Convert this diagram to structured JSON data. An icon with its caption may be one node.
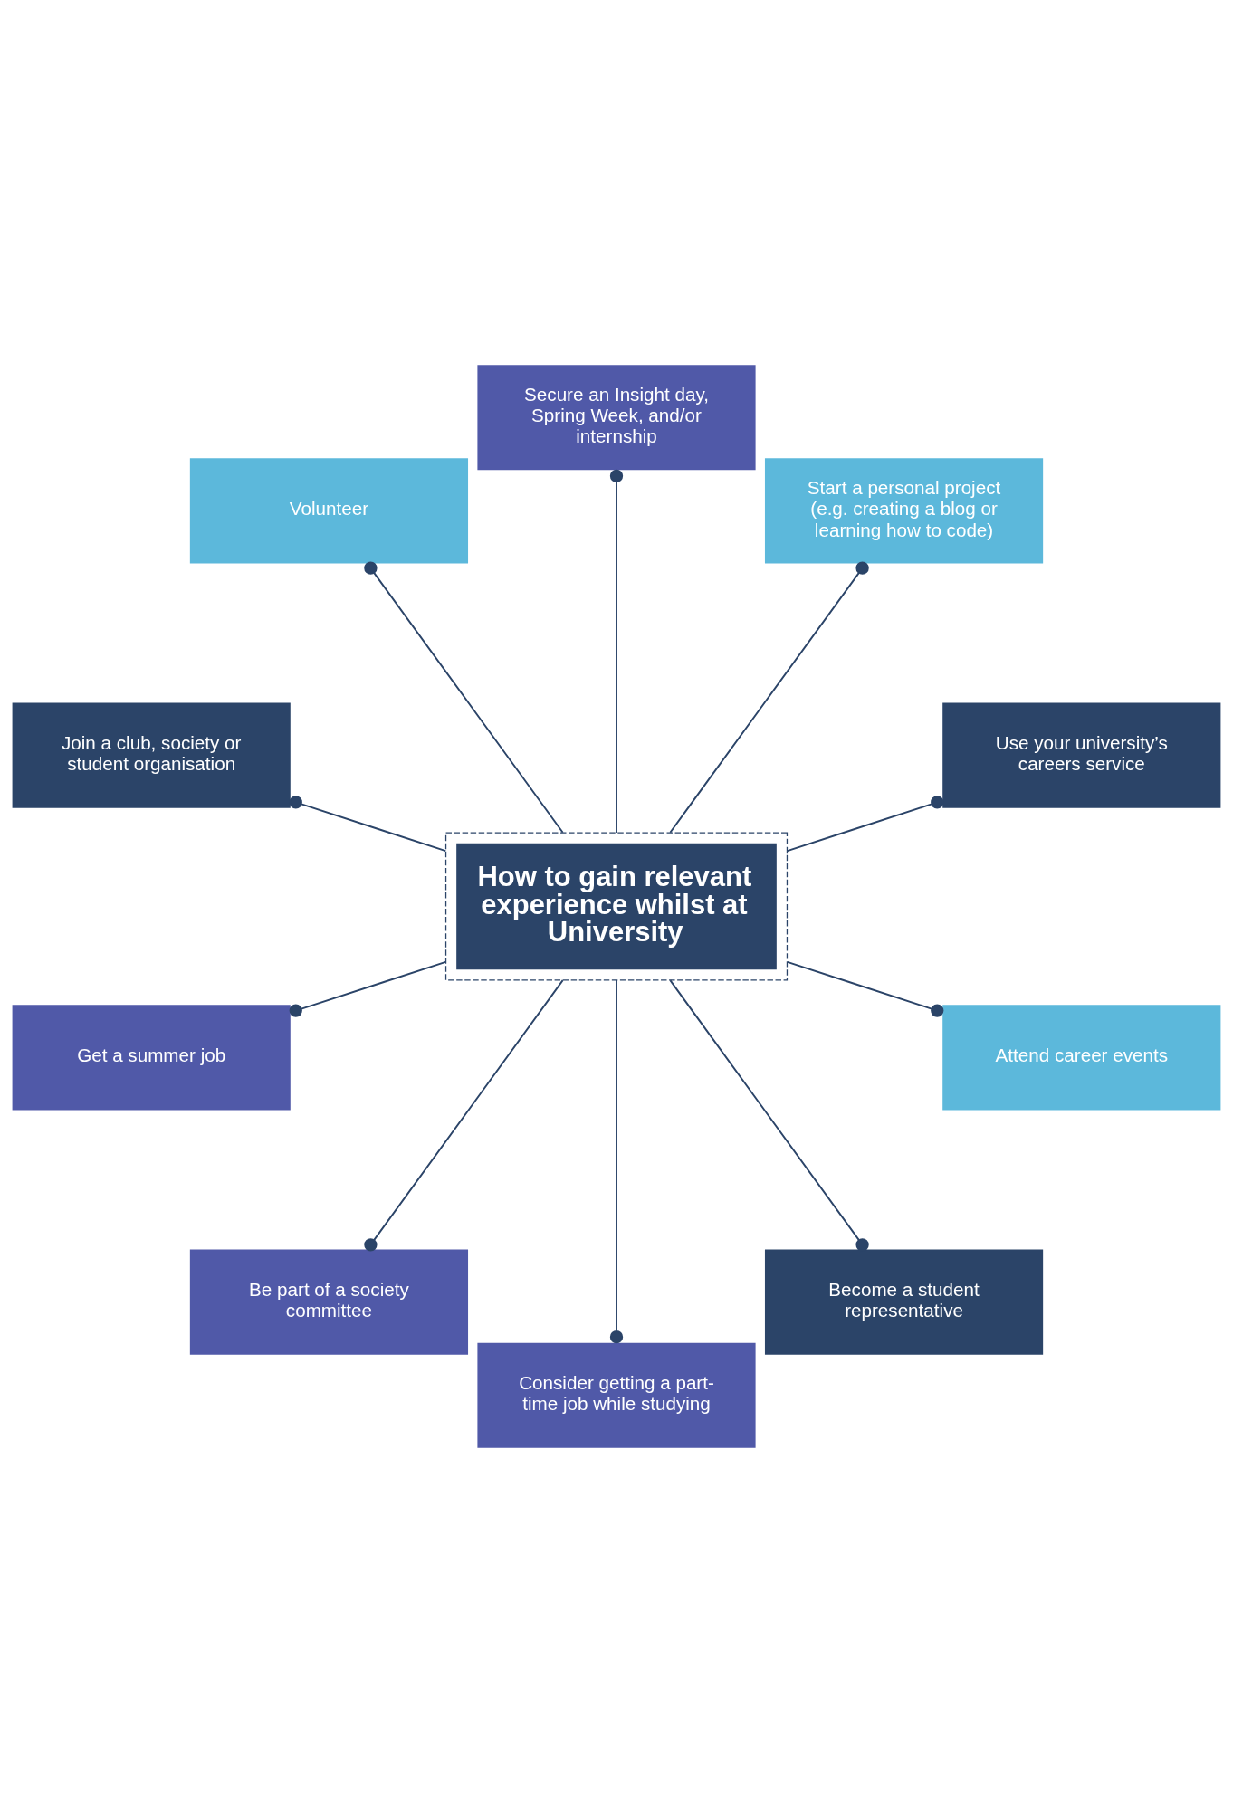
{
  "diagram": {
    "nodes": [
      {
        "text": [
          "Use your university’s careers service"
        ]
      },
      {
        "text": [
          "Start a personal project (e.g. creating a blog or learning how to code)"
        ]
      },
      {
        "text": [
          "Secure an Insight day, Spring Week, and/or internship"
        ]
      },
      {
        "text": [
          "Volunteer"
        ]
      },
      {
        "text": [
          "Join a club, society or student organisation"
        ]
      },
      {
        "text": [
          "How to gain relevant experience whilst at University"
        ]
      },
      {
        "text": [
          "Get a summer job"
        ]
      },
      {
        "text": [
          "Be part of a society committee"
        ]
      },
      {
        "text": [
          "Consider getting a part-time job while studying"
        ]
      },
      {
        "text": [
          "Become a student representative"
        ]
      },
      {
        "text": [
          "Attend career events"
        ]
      }
    ],
    "edges": [
      {
        "from": 5,
        "to": 0,
        "arrow": "other"
      },
      {
        "from": 5,
        "to": 1,
        "arrow": "other"
      },
      {
        "from": 5,
        "to": 2,
        "arrow": "other"
      },
      {
        "from": 5,
        "to": 3,
        "arrow": "other"
      },
      {
        "from": 5,
        "to": 4,
        "arrow": "other"
      },
      {
        "from": 5,
        "to": 6,
        "arrow": "other"
      },
      {
        "from": 5,
        "to": 7,
        "arrow": "other"
      },
      {
        "from": 5,
        "to": 8,
        "arrow": "other"
      },
      {
        "from": 5,
        "to": 9,
        "arrow": "other"
      },
      {
        "from": 5,
        "to": 10,
        "arrow": "other"
      }
    ]
  }
}
